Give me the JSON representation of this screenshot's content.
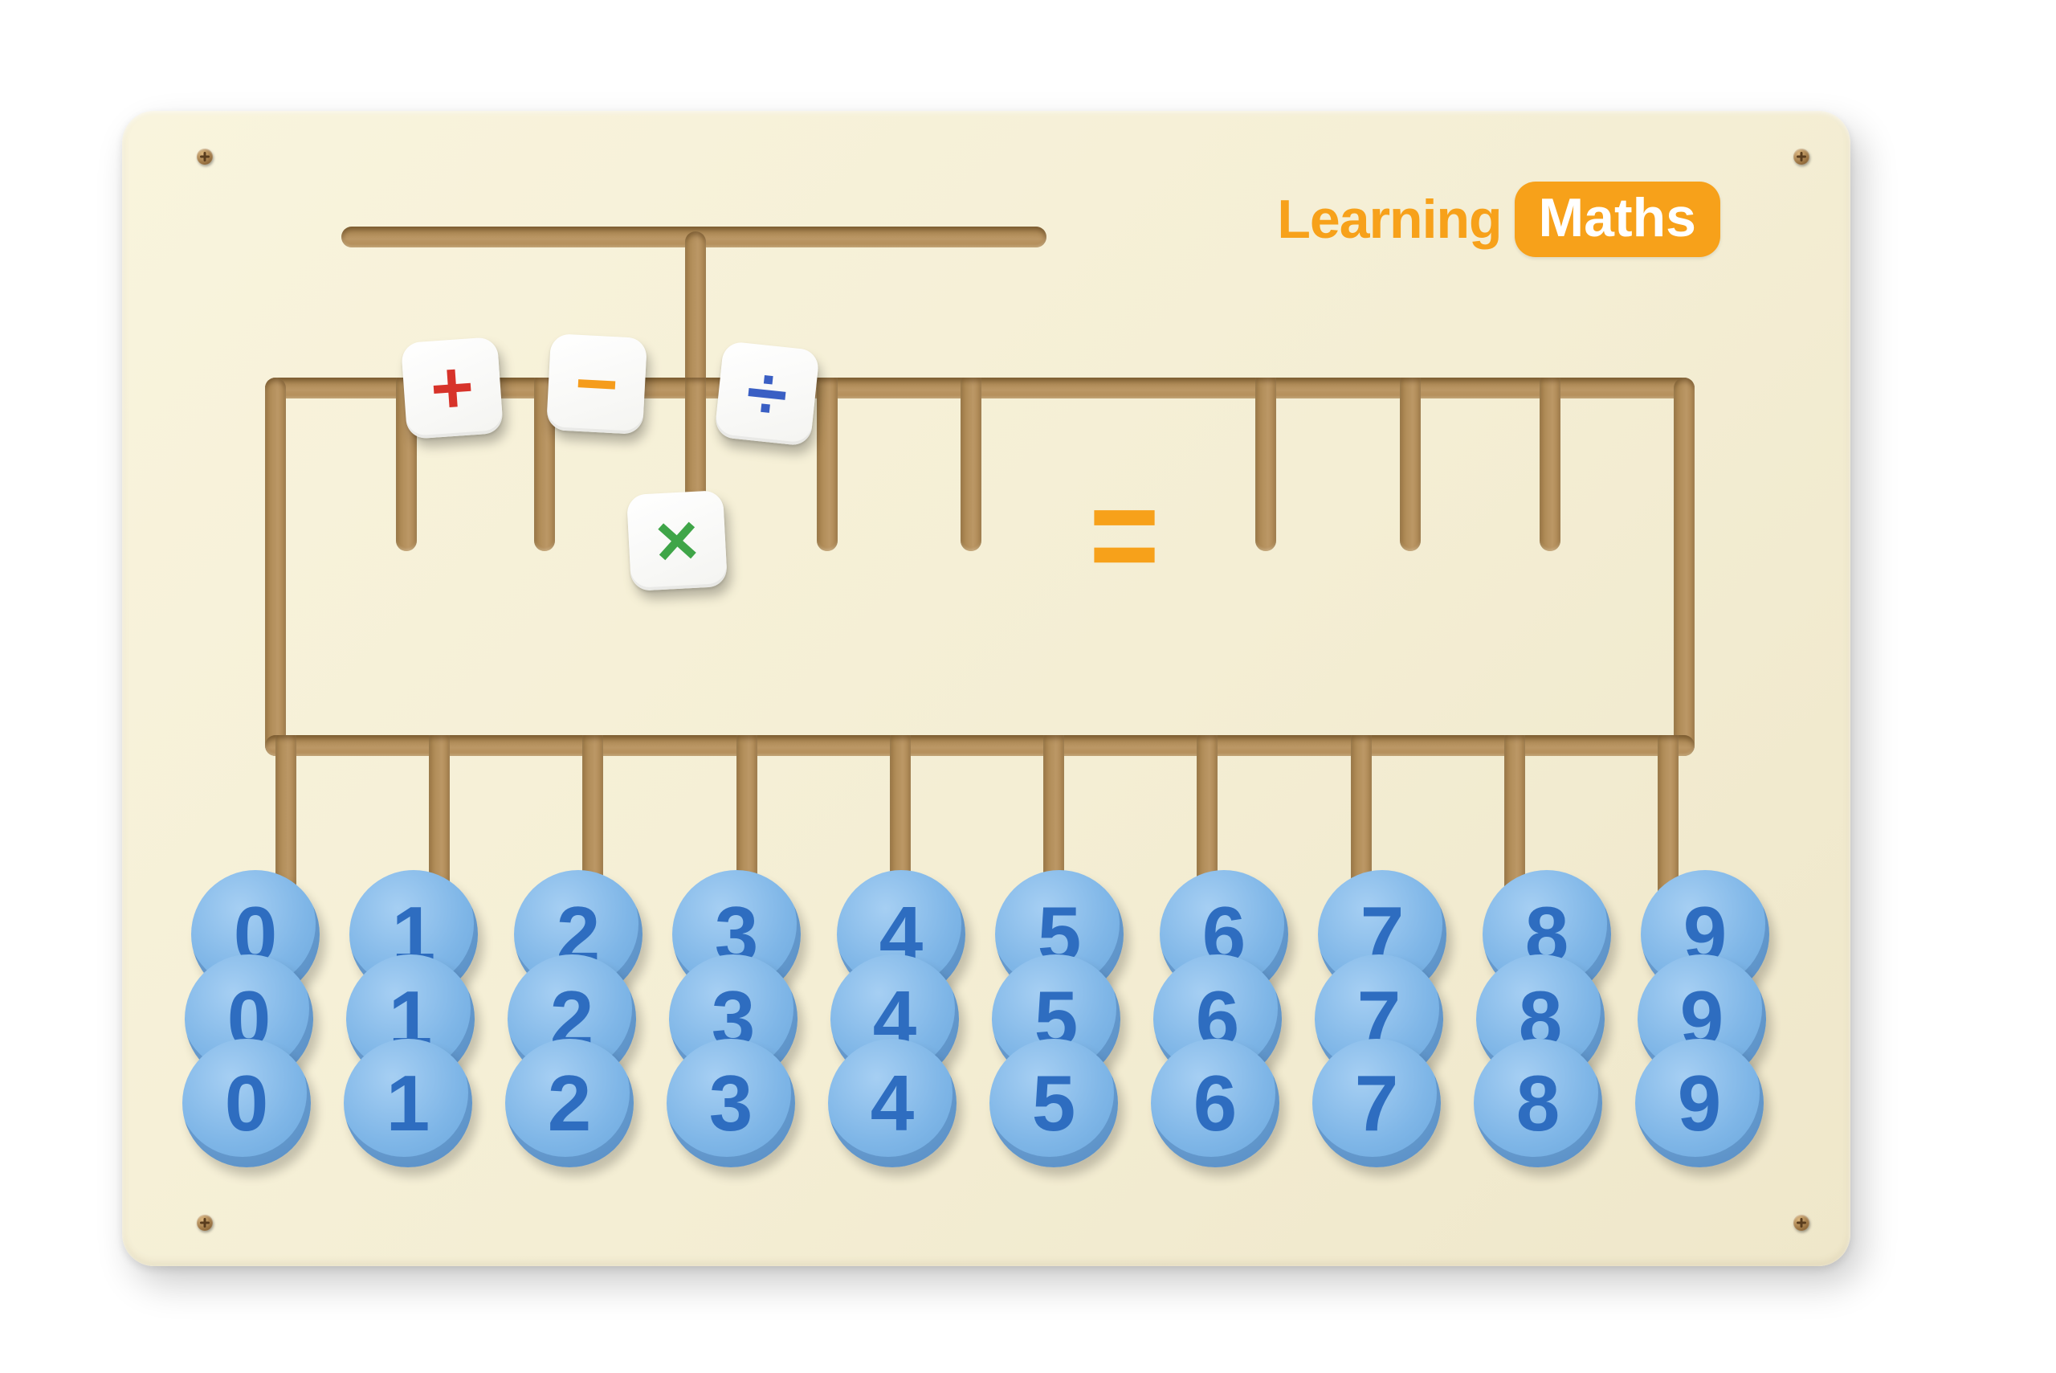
{
  "board": {
    "logo": {
      "learning": "Learning",
      "maths": "Maths"
    },
    "operators": {
      "plus": "+",
      "minus": "−",
      "divide": "÷",
      "multiply": "×"
    },
    "equals": "=",
    "columns": [
      {
        "discs": [
          "0",
          "0",
          "0"
        ]
      },
      {
        "discs": [
          "1",
          "1",
          "1"
        ]
      },
      {
        "discs": [
          "2",
          "2",
          "2"
        ]
      },
      {
        "discs": [
          "3",
          "3",
          "3"
        ]
      },
      {
        "discs": [
          "4",
          "4",
          "4"
        ]
      },
      {
        "discs": [
          "5",
          "5",
          "5"
        ]
      },
      {
        "discs": [
          "6",
          "6",
          "6"
        ]
      },
      {
        "discs": [
          "7",
          "7",
          "7"
        ]
      },
      {
        "discs": [
          "8",
          "8",
          "8"
        ]
      },
      {
        "discs": [
          "9",
          "9",
          "9"
        ]
      }
    ],
    "colors": {
      "board": "#f4eed4",
      "groove": "#b5915d",
      "disc": "#7fb6e7",
      "disc_number": "#2e6dc0",
      "plus": "#d7332a",
      "minus": "#f59c1c",
      "divide": "#3a5fc4",
      "multiply": "#3fa548",
      "accent_orange": "#f7a11a"
    }
  }
}
